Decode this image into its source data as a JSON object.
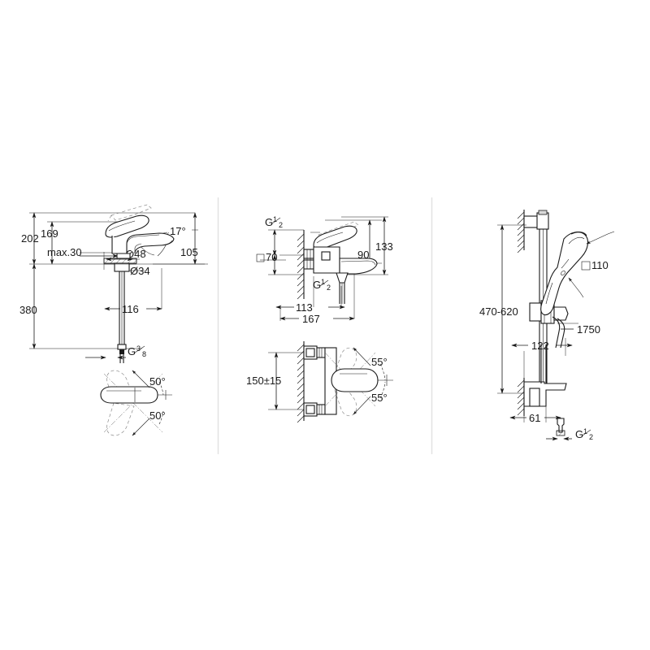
{
  "drawing": {
    "title": "Plumbing fixture dimensional drawing",
    "background_color": "#ffffff",
    "line_color": "#1a1a1a",
    "divider_color": "#e2e2e2",
    "units": "mm"
  },
  "panels": [
    {
      "id": "basin-mixer",
      "name": "Basin mixer elevation",
      "labels": [
        {
          "key": "h202",
          "text": "202"
        },
        {
          "key": "h169",
          "text": "169"
        },
        {
          "key": "max30",
          "text": "max.30"
        },
        {
          "key": "angle17",
          "text": "17°"
        },
        {
          "key": "h105",
          "text": "105"
        },
        {
          "key": "d48",
          "text": "Ø48"
        },
        {
          "key": "d34",
          "text": "Ø34"
        },
        {
          "key": "h380",
          "text": "380"
        },
        {
          "key": "w116",
          "text": "116"
        },
        {
          "key": "thread_g38_main",
          "text": "G"
        },
        {
          "key": "thread_g38_num",
          "text": "3"
        },
        {
          "key": "thread_g38_den",
          "text": "8"
        }
      ],
      "plan_view": {
        "id": "basin-mixer-plan",
        "name": "Basin mixer swivel range plan view",
        "labels": [
          {
            "key": "angle50_top",
            "text": "50°"
          },
          {
            "key": "angle50_bottom",
            "text": "50°"
          }
        ]
      }
    },
    {
      "id": "bath-mixer",
      "name": "Bath mixer elevation",
      "labels": [
        {
          "key": "thread_g12_top_main",
          "text": "G"
        },
        {
          "key": "thread_g12_top_num",
          "text": "1"
        },
        {
          "key": "thread_g12_top_den",
          "text": "2"
        },
        {
          "key": "sq70",
          "text": "70"
        },
        {
          "key": "thread_g12_bot_main",
          "text": "G"
        },
        {
          "key": "thread_g12_bot_num",
          "text": "1"
        },
        {
          "key": "thread_g12_bot_den",
          "text": "2"
        },
        {
          "key": "h90",
          "text": "90"
        },
        {
          "key": "h133",
          "text": "133"
        },
        {
          "key": "w113",
          "text": "113"
        },
        {
          "key": "w167",
          "text": "167"
        }
      ],
      "plan_view": {
        "id": "bath-mixer-plan",
        "name": "Bath mixer lever range plan view",
        "labels": [
          {
            "key": "h150",
            "text": "150±15"
          },
          {
            "key": "angle55_top",
            "text": "55°"
          },
          {
            "key": "angle55_bottom",
            "text": "55°"
          }
        ]
      }
    },
    {
      "id": "shower-rail",
      "name": "Shower rail set elevation",
      "labels": [
        {
          "key": "range470620",
          "text": "470-620"
        },
        {
          "key": "sq110",
          "text": "110"
        },
        {
          "key": "hose1750",
          "text": "1750"
        },
        {
          "key": "w122",
          "text": "122"
        },
        {
          "key": "w61",
          "text": "61"
        },
        {
          "key": "thread_g12_main",
          "text": "G"
        },
        {
          "key": "thread_g12_num",
          "text": "1"
        },
        {
          "key": "thread_g12_den",
          "text": "2"
        }
      ]
    }
  ],
  "symbols": {
    "diameter": "Ø",
    "square": "□",
    "degree": "°",
    "plusminus": "±"
  }
}
